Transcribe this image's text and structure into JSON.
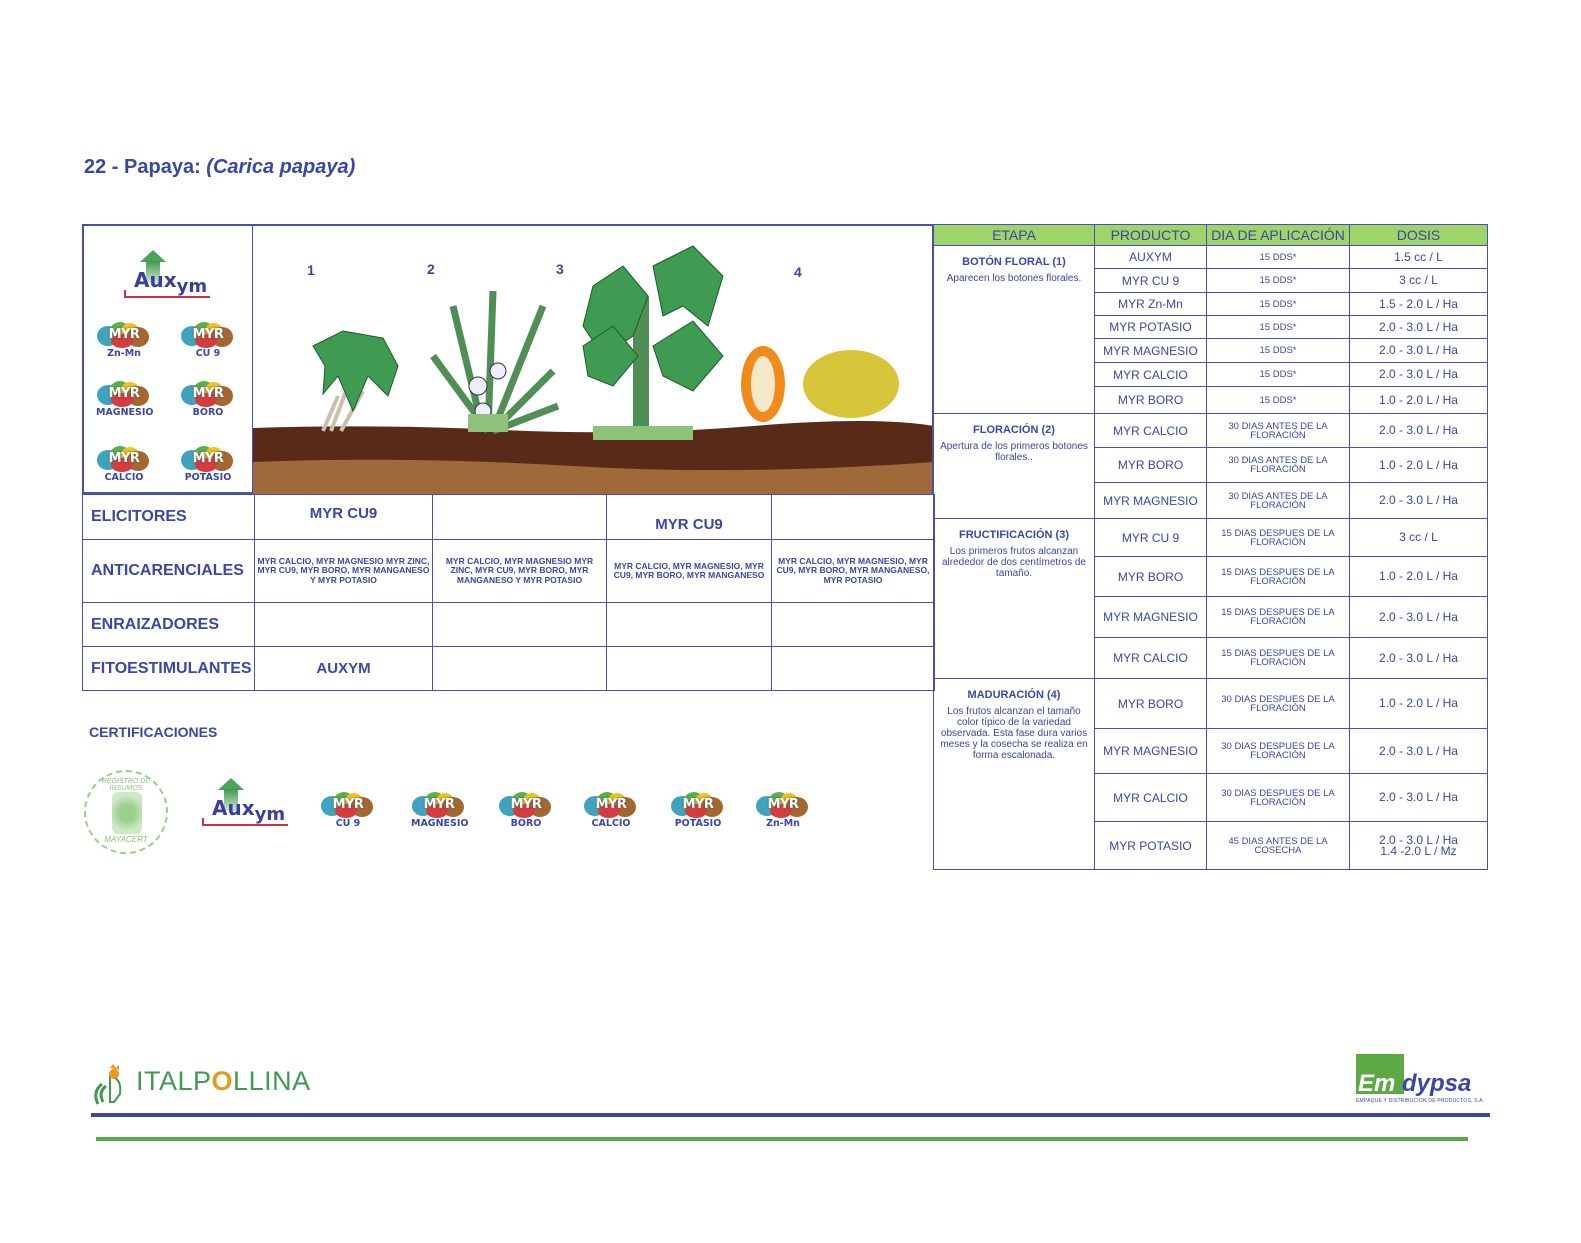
{
  "title": {
    "prefix": "22 - Papaya: ",
    "scientific": "(Carica papaya)"
  },
  "product_logos": {
    "auxym_main": "Aux",
    "auxym_tail": "ym",
    "myr_label": "MYR",
    "items": [
      "Zn-Mn",
      "CU 9",
      "MAGNESIO",
      "BORO",
      "CALCIO",
      "POTASIO"
    ]
  },
  "stages_illustration": {
    "numbers": [
      "1",
      "2",
      "3",
      "4"
    ],
    "colors": {
      "soil_dark": "#5a2a18",
      "soil_light": "#a0693a",
      "leaf": "#3f9a52"
    }
  },
  "categories": {
    "rows": [
      {
        "label": "ELICITORES",
        "cells": [
          "MYR CU9",
          "",
          "MYR CU9",
          ""
        ]
      },
      {
        "label": "ANTICARENCIALES",
        "cells": [
          "MYR CALCIO, MYR MAGNESIO MYR ZINC, MYR CU9, MYR BORO, MYR MANGANESO Y MYR POTASIO",
          "MYR CALCIO, MYR MAGNESIO MYR ZINC, MYR CU9, MYR BORO, MYR MANGANESO Y MYR POTASIO",
          "MYR CALCIO, MYR MAGNESIO, MYR CU9, MYR BORO, MYR MANGANESO",
          "MYR CALCIO, MYR MAGNESIO, MYR CU9, MYR BORO, MYR MANGANESO, MYR POTASIO"
        ]
      },
      {
        "label": "ENRAIZADORES",
        "cells": [
          "",
          "",
          "",
          ""
        ]
      },
      {
        "label": "FITOESTIMULANTES",
        "cells": [
          "AUXYM",
          "",
          "",
          ""
        ]
      }
    ]
  },
  "certifications": {
    "title": "CERTIFICACIONES",
    "stamp_top": "REGISTRO DE INSUMOS",
    "stamp_bottom": "MAYACERT",
    "myr_items": [
      "CU 9",
      "MAGNESIO",
      "BORO",
      "CALCIO",
      "POTASIO",
      "Zn-Mn"
    ]
  },
  "application_table": {
    "headers": [
      "ETAPA",
      "PRODUCTO",
      "DIA DE APLICACIÓN",
      "DOSIS"
    ],
    "stages": [
      {
        "name": "BOTÓN FLORAL (1)",
        "description": "Aparecen los botones florales.",
        "rows": [
          {
            "product": "AUXYM",
            "day": "15 DDS*",
            "dose": "1.5 cc / L"
          },
          {
            "product": "MYR CU 9",
            "day": "15 DDS*",
            "dose": "3 cc / L"
          },
          {
            "product": "MYR Zn-Mn",
            "day": "15 DDS*",
            "dose": "1.5 - 2.0 L / Ha"
          },
          {
            "product": "MYR POTASIO",
            "day": "15 DDS*",
            "dose": "2.0 - 3.0 L / Ha"
          },
          {
            "product": "MYR MAGNESIO",
            "day": "15 DDS*",
            "dose": "2.0 - 3.0 L / Ha"
          },
          {
            "product": "MYR CALCIO",
            "day": "15 DDS*",
            "dose": "2.0 - 3.0 L / Ha"
          },
          {
            "product": "MYR BORO",
            "day": "15 DDS*",
            "dose": "1.0 - 2.0 L / Ha"
          }
        ]
      },
      {
        "name": "FLORACIÓN (2)",
        "description": "Apertura de los primeros botones florales..",
        "rows": [
          {
            "product": "MYR CALCIO",
            "day": "30 DIAS ANTES DE LA FLORACIÓN",
            "dose": "2.0 - 3.0 L / Ha"
          },
          {
            "product": "MYR BORO",
            "day": "30 DIAS ANTES DE LA FLORACIÓN",
            "dose": "1.0 - 2.0 L / Ha"
          },
          {
            "product": "MYR MAGNESIO",
            "day": "30 DIAS ANTES DE LA FLORACIÓN",
            "dose": "2.0 - 3.0 L / Ha"
          }
        ]
      },
      {
        "name": "FRUCTIFICACIÓN (3)",
        "description": "Los primeros frutos alcanzan alrededor de dos centímetros de tamaño.",
        "rows": [
          {
            "product": "MYR CU 9",
            "day": "15 DIAS DESPUES DE LA FLORACIÓN",
            "dose": "3 cc / L"
          },
          {
            "product": "MYR BORO",
            "day": "15 DIAS DESPUES DE LA FLORACIÓN",
            "dose": "1.0 - 2.0 L / Ha"
          },
          {
            "product": "MYR MAGNESIO",
            "day": "15 DIAS DESPUES DE LA FLORACIÓN",
            "dose": "2.0 - 3.0 L / Ha"
          },
          {
            "product": "MYR CALCIO",
            "day": "15 DIAS DESPUES DE LA FLORACIÓN",
            "dose": "2.0 - 3.0 L / Ha"
          }
        ]
      },
      {
        "name": "MADURACIÓN (4)",
        "description": "Los frutos alcanzan el tamaño color típico de la variedad observada.  Esta fase dura varios meses y la cosecha se realiza en forma escalonada.",
        "rows": [
          {
            "product": "MYR BORO",
            "day": "30 DIAS DESPUES DE LA FLORACIÓN",
            "dose": "1.0 - 2.0 L / Ha"
          },
          {
            "product": "MYR MAGNESIO",
            "day": "30 DIAS DESPUES DE LA FLORACIÓN",
            "dose": "2.0 - 3.0 L / Ha"
          },
          {
            "product": "MYR CALCIO",
            "day": "30 DIAS DESPUES DE LA FLORACIÓN",
            "dose": "2.0 - 3.0 L / Ha"
          },
          {
            "product": "MYR POTASIO",
            "day": "45 DIAS ANTES DE LA COSECHA",
            "dose": "2.0 - 3.0 L / Ha\n1.4 -2.0 L / Mz"
          }
        ]
      }
    ]
  },
  "footer": {
    "italpollina_pre": "ITALP",
    "italpollina_o": "O",
    "italpollina_post": "LLINA",
    "emdypsa_em": "Em",
    "emdypsa_rest": "dypsa",
    "emdypsa_sub": "EMPAQUE Y DISTRIBUCION DE PRODUCTOS, S.A."
  },
  "colors": {
    "primary": "#3a46a8",
    "header_green": "#9fd468",
    "brand_green": "#5ca845"
  }
}
